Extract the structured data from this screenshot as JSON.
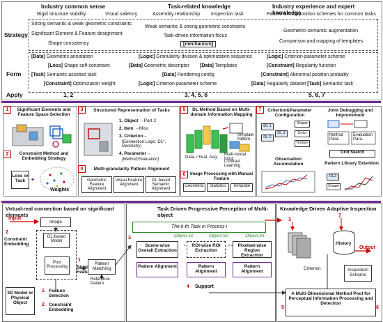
{
  "headers": {
    "col1": "Industry common sense",
    "col2": "Task-related knowledge",
    "col3": "Industry experience and expert knowledge"
  },
  "col_items": {
    "c1a": "Rigid structure stability",
    "c1b": "Visual saliency",
    "c2a": "Assembly relationship",
    "c2b": "Inspection task",
    "c3a": "Pattern decomposition schemes for common tasks"
  },
  "rows": {
    "strategy": "Strategy",
    "form": "Form",
    "apply": "Apply"
  },
  "strategy": {
    "s1": "Strong semantic & weak geometric constraints",
    "s2": "Significant Element & Feature designment",
    "s3": "Shape consistency",
    "s4": "Weak semantic & strong geometric constraints",
    "s5": "Task-driven information focus",
    "s6": "[mechanism]",
    "s7": "Geometric-semantic augmentation",
    "s8": "Comparison and mapping of templates"
  },
  "form": {
    "f1t": "[Data]",
    "f1": " Geometric annotation",
    "f2t": "[Loss]",
    "f2": " Shape self-constraint",
    "f3t": "[Task]",
    "f3": " Semantic assisted task",
    "f4t": "[Constraint]",
    "f4": " Optimization weight",
    "f5t": "[Logic]",
    "f5": " Granularity division & optimization sequence",
    "f6t": "[Data]",
    "f6": " Geometric descriptor",
    "f7t": "[Data]",
    "f7": " Templates",
    "f8t": "[Data]",
    "f8": " Rendering config",
    "f9t": "[Logic]",
    "f9": " Criterion-parameter scheme",
    "f10t": "[Logic]",
    "f10": " Criterion-parameter scheme",
    "f11t": "[Constraint]",
    "f11": " Regularity function",
    "f12t": "[Constraint]",
    "f12": " Abnormal position probality",
    "f13t": "[Data]",
    "f13": " Regularity dataset ",
    "f14t": "[Task]",
    "f14": " Semantic task"
  },
  "apply": {
    "a1": "1, 2",
    "a2": "3, 4, 5, 6",
    "a3": "5, 6, 7"
  },
  "panels": {
    "p1": "Significant Elements and Feature Space Selection",
    "p2": "Constraint Method and Embedding Strategy",
    "p2_loss": "Loss or Task",
    "p2_weights": "Weights",
    "p3": "Structured Representation of Tasks",
    "p3_l1": "1. Object",
    "p3_l1b": "→Part 2",
    "p3_l2": "2. Item",
    "p3_l2b": "→Miss",
    "p3_l3": "3. Criterion→",
    "p3_l3b": "[Connection Logic: DL*, Geometry]",
    "p3_l4": "4. Parameter→",
    "p3_l4b": "[Method;Evaluation]",
    "p4": "Multi-granularity Pattern Alignment",
    "p4_a": "Geometric Feature Alignment",
    "p4_b": "Visual Feature Alignment",
    "p4_c": "DL-based Semantic Alignment",
    "p5": "DL Method Based on Multi-domain Information Mapping",
    "p5_tp": "Template Pattern",
    "p5_da": "Data. / Feat. Aug.",
    "p5_mm": "Multi-modal Input",
    "p5_cl": "Contrast Learning",
    "p6": "Image Processing with Manual Feature",
    "p6_a": "Geometric",
    "p6_b": "Statistics",
    "p6_c": "Template",
    "p7": "Criterion&Parameter Configuration",
    "p7b": "Joint Debugging and Improvement",
    "p7_shape": "Shape",
    "p7_color": "Color",
    "p7_texture": "Texture",
    "p7_dl1": "DL 1",
    "p7_dl2": "DL 2",
    "p7_dl3": "DL 3",
    "p7_method": "Method Para.",
    "p7_eval": "Evaluation Para.",
    "p7_grid": "Grid Search",
    "p7_obs": "Observation Accumulation",
    "p7_pattern": "Pattern Library Extention",
    "p7_dl2b": "DL2",
    "p7_shapeb": "Shape"
  },
  "bottom": {
    "t1": "Virtual-real connection based on significant elements",
    "t2": "Task Driven Progressive Perception of Multi-object",
    "t3": "Knowledge Driven Adaptive Inspection",
    "input": "Input",
    "image": "Image",
    "dlmodel": "DL-based Model",
    "post": "Post Processing",
    "constraint_emb": "Constraint Embedding",
    "sig_feature": "Significant Feature",
    "pattern_matching": "Pattern Matching",
    "ref_pattern": "Reference Pattern",
    "model3d": "3D Model or Physical Object",
    "feat_sel": "Feature Selection",
    "constraint_emb2": "Constraint Embedding",
    "kth": "The k-th Task in Process i",
    "obj1": "Object k1",
    "obj2": "Object k2",
    "objn": "Object kn",
    "scene": "Scene-wise Overall Extraction",
    "roi": "ROI-wise ROI Extraction",
    "pixel": "Pixelset-wise Region Extraction",
    "pa1": "Pattern Alignment",
    "pa2": "Pattern Alignment",
    "pa3": "Pattern Alignment",
    "support": "Support",
    "history": "History",
    "output": "Output",
    "criterion": "Criterion",
    "inspection": "Inspection Scheme",
    "pool": "A Multi-Dimensional Method Pool for Perceptual Information Processing and Detection",
    "n1": "1",
    "n2": "2",
    "n3": "3",
    "n4": "4",
    "n5": "5",
    "n6": "6",
    "n7": "7",
    "n3b": "3",
    "n4b": "4",
    "n3c": "3",
    "n7b": "7",
    "n5b": "5",
    "n6b": "6"
  },
  "colors": {
    "purple": "#6b2c91",
    "red": "#cc0000",
    "green": "#2a8a2a",
    "blue": "#2d6cc0"
  }
}
